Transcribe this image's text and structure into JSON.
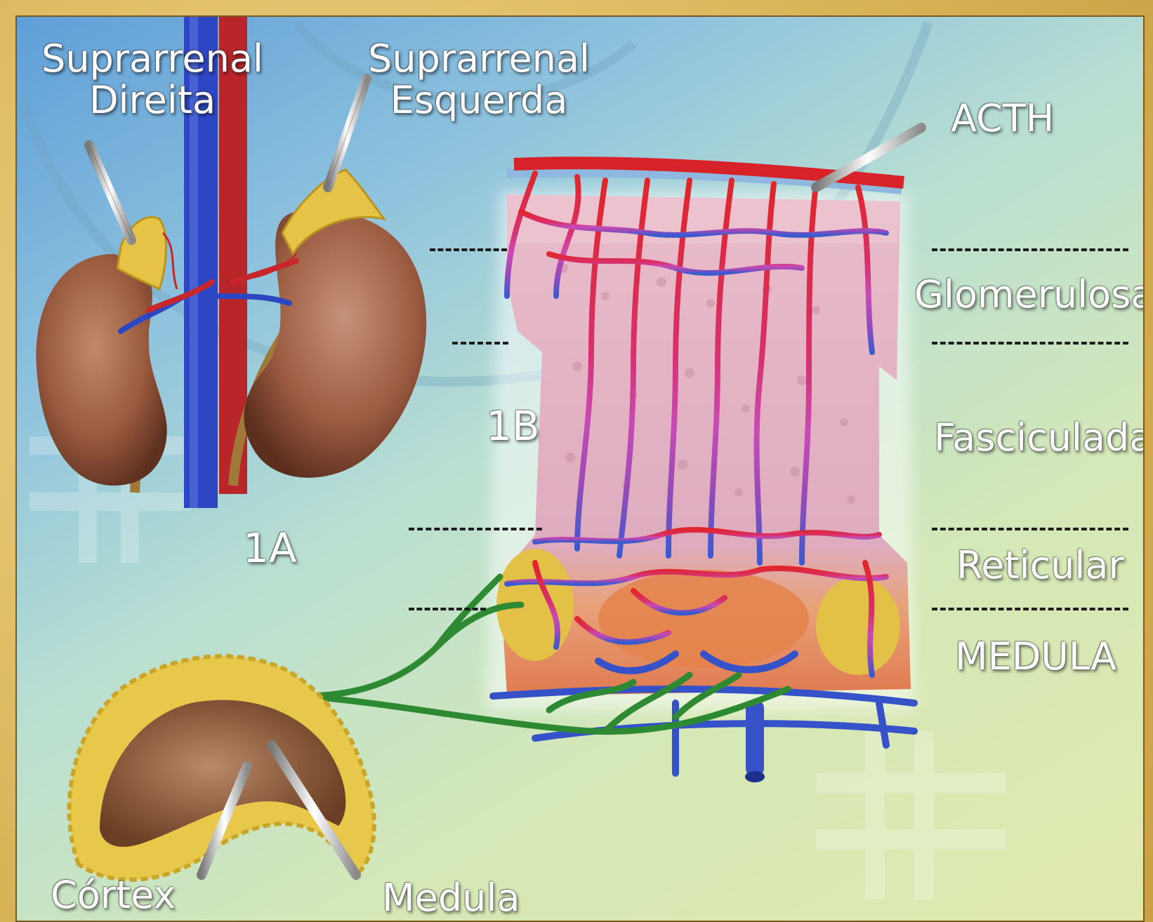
{
  "labels": {
    "suprarrenal_direita": [
      "Suprarrenal",
      "Direita"
    ],
    "suprarrenal_esquerda": [
      "Suprarrenal",
      "Esquerda"
    ],
    "acth": "ACTH",
    "glomerulosa": "Glomerulosa",
    "fasciculada": "Fasciculada",
    "reticular": "Reticular",
    "medula_zone": "MEDULA",
    "fig_1a": "1A",
    "fig_1b": "1B",
    "cortex": "Córtex",
    "medula": "Medula"
  },
  "colors": {
    "frame": "#d9b55a",
    "artery": "#e0262a",
    "vein": "#2f4fc8",
    "nerve": "#2e8a32",
    "cortex_tissue": "#e8c84a",
    "fasciculata_tissue": "#e8b6c6",
    "medulla_tissue": "#e88a5a",
    "kidney": "#9a5a3e"
  }
}
